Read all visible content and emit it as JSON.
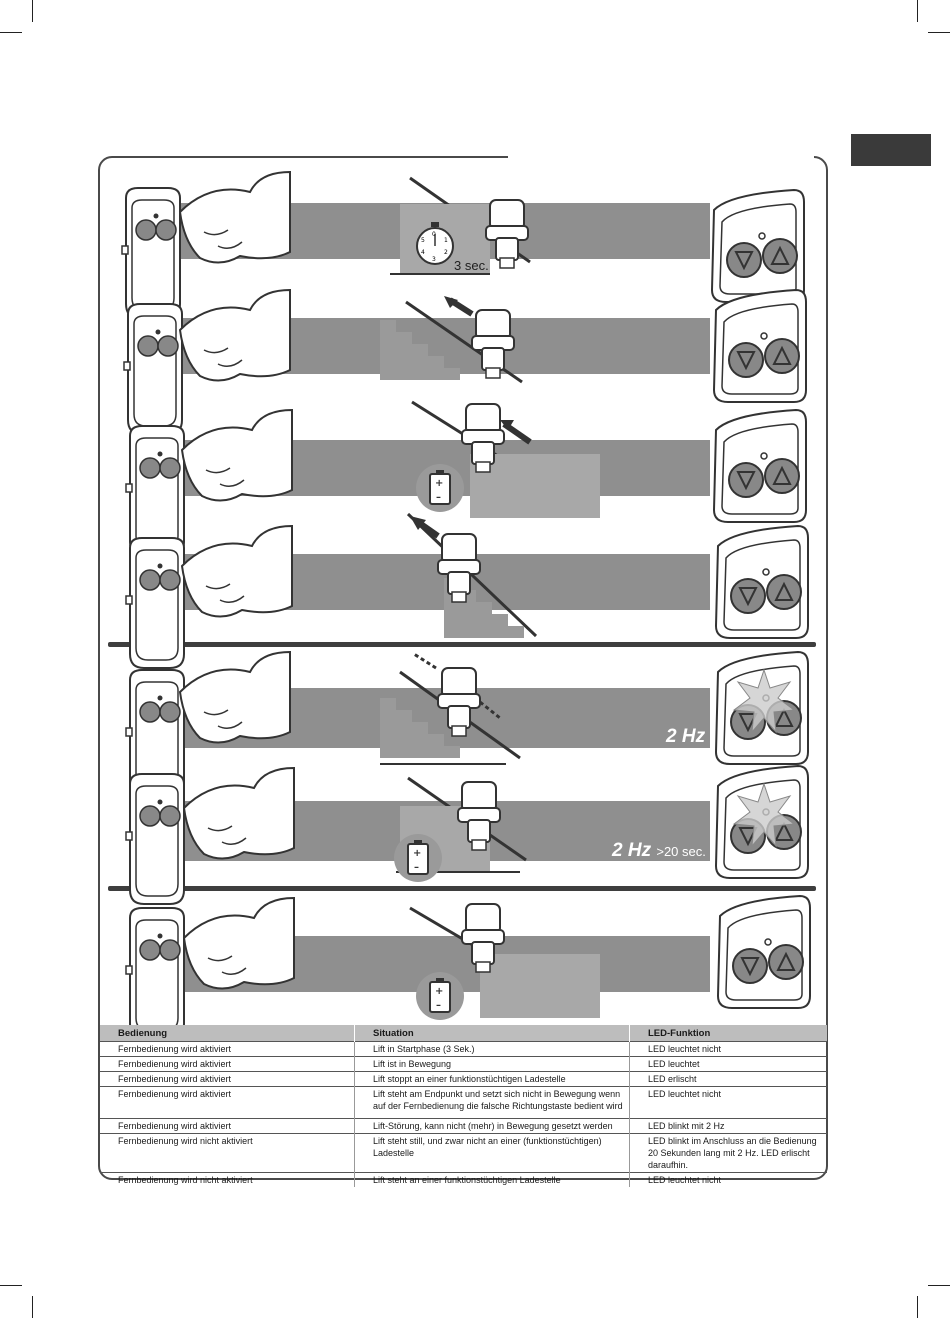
{
  "table": {
    "headers": [
      "Bedienung",
      "Situation",
      "LED-Funktion"
    ],
    "rows": [
      [
        "Fernbedienung wird aktiviert",
        "Lift in Startphase (3 Sek.)",
        "LED leuchtet nicht"
      ],
      [
        "Fernbedienung wird aktiviert",
        "Lift ist in Bewegung",
        "LED leuchtet"
      ],
      [
        "Fernbedienung wird aktiviert",
        "Lift stoppt an einer funktionstüchtigen Ladestelle",
        "LED erlischt"
      ],
      [
        "Fernbedienung wird aktiviert",
        "Lift steht am Endpunkt und setzt sich nicht in Bewegung wenn auf der Fernbedienung die falsche Richtungstaste bedient wird",
        "LED leuchtet nicht"
      ],
      [
        "Fernbedienung wird aktiviert",
        "Lift-Störung, kann nicht (mehr) in Bewegung  gesetzt werden",
        "LED blinkt mit 2 Hz"
      ],
      [
        "Fernbedienung wird nicht aktiviert",
        "Lift steht still, und zwar nicht an einer (funktionstüchtigen) Ladestelle",
        "LED blinkt im Anschluss an die Bedienung 20 Sekunden  lang mit 2 Hz. LED erlischt daraufhin."
      ],
      [
        "Fernbedienung wird nicht aktiviert",
        "Lift steht an einer funktionstüchtigen Ladestelle",
        "LED leuchtet nicht"
      ]
    ]
  },
  "illustrations": {
    "timer_label": "3 sec.",
    "blink_label_1": "2 Hz",
    "blink_label_2": "2 Hz",
    "blink_label_2_suffix": ">20 sec.",
    "timer_digits": [
      "0",
      "1",
      "2",
      "3",
      "4",
      "5"
    ]
  },
  "icons": [
    "remote-control-icon",
    "hand-icon",
    "stairlift-icon",
    "stopwatch-icon",
    "battery-icon",
    "led-indicator-icon",
    "direction-arrow-icon"
  ]
}
